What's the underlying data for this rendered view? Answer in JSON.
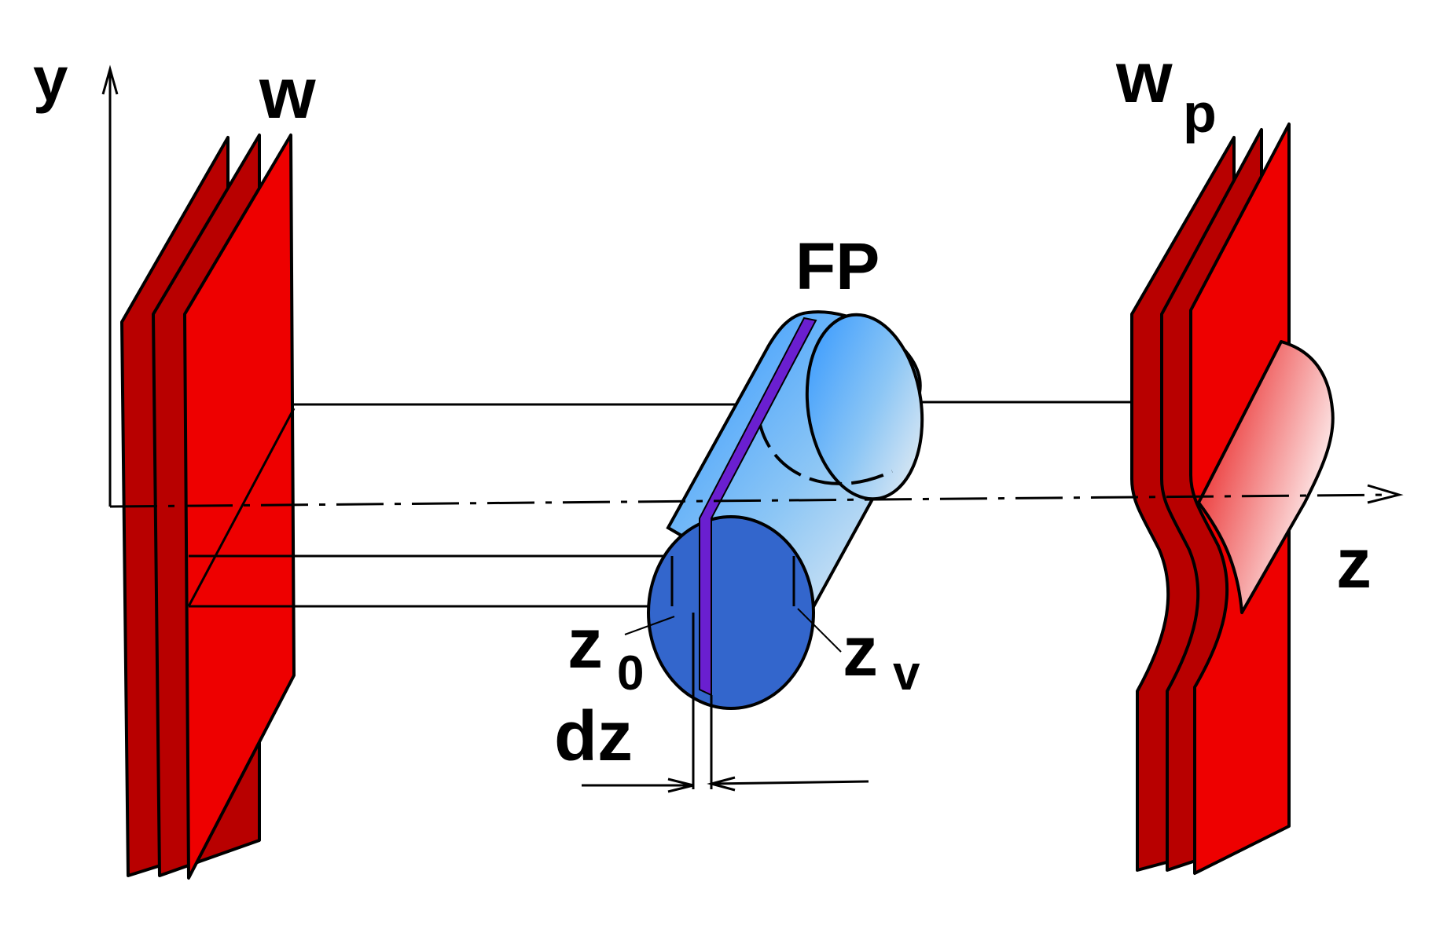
{
  "labels": {
    "y_axis": "y",
    "z_axis": "z",
    "wave_in": "w",
    "wave_out_main": "w",
    "wave_out_sub": "p",
    "object": "FP",
    "z0_main": "z",
    "z0_sub": "0",
    "zv_main": "z",
    "zv_sub": "v",
    "slice": "dz"
  },
  "colors": {
    "plate_front": "#ee0000",
    "plate_back": "#b80000",
    "cylinder_light": "#3ea0ff",
    "cylinder_end": "#3366cc",
    "slice": "#6a1fd0",
    "line": "#000000"
  }
}
